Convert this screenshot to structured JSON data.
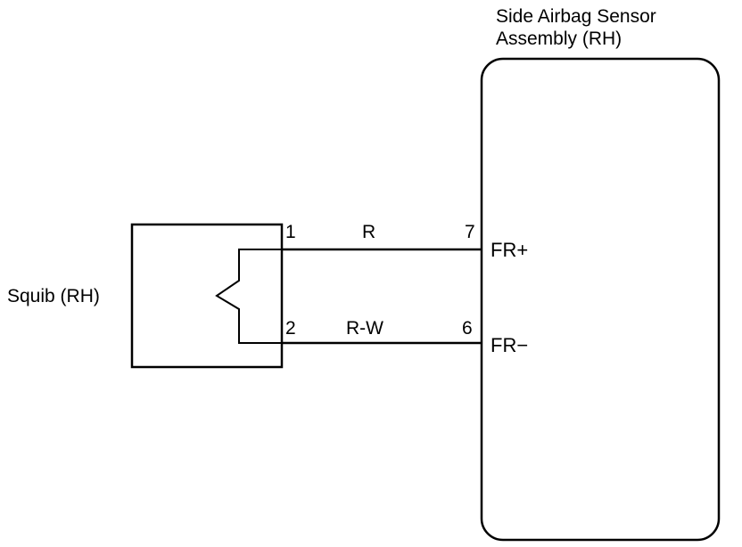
{
  "sensor": {
    "title_line1": "Side Airbag Sensor",
    "title_line2": "Assembly (RH)"
  },
  "squib": {
    "label": "Squib (RH)"
  },
  "wires": [
    {
      "squib_pin": "1",
      "color_code": "R",
      "sensor_pin": "7",
      "terminal": "FR+"
    },
    {
      "squib_pin": "2",
      "color_code": "R-W",
      "sensor_pin": "6",
      "terminal": "FR−"
    }
  ]
}
